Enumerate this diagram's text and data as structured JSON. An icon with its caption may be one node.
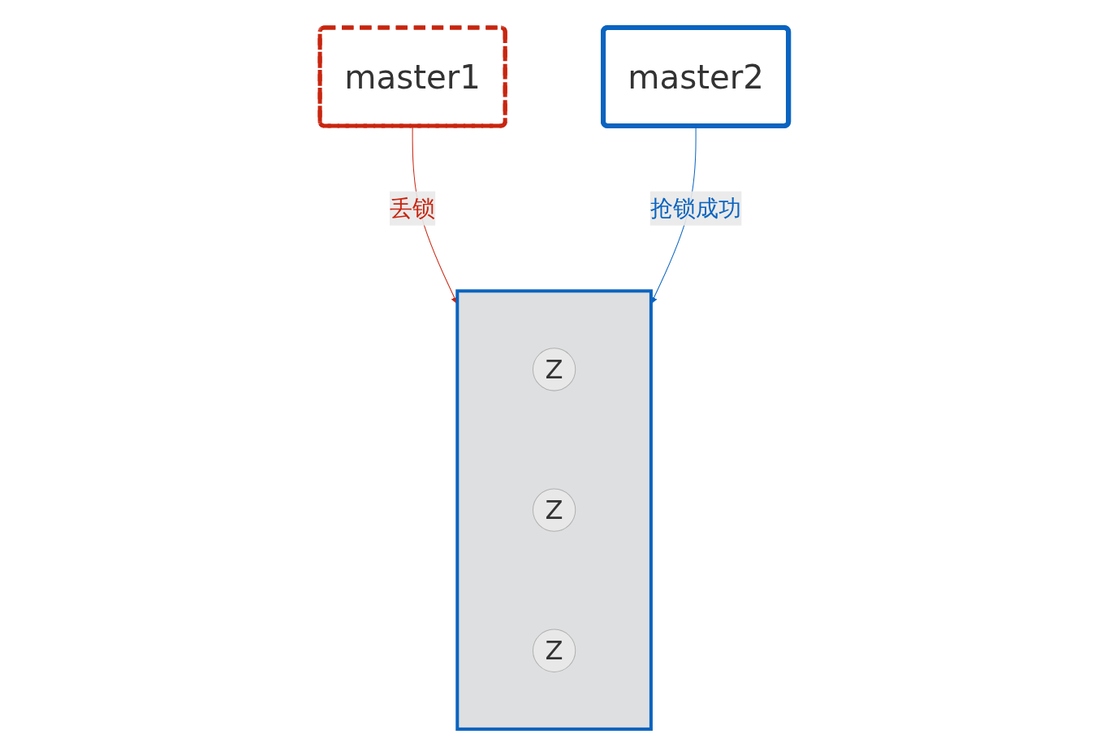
{
  "diagram": {
    "nodes": [
      {
        "text": [
          "master1"
        ]
      },
      {
        "text": [
          "master2"
        ]
      },
      {
        "text": [],
        "shape": "box"
      },
      {
        "text": [
          "Z"
        ],
        "in": 2
      },
      {
        "text": [
          "Z"
        ],
        "in": 2
      },
      {
        "text": [
          "Z"
        ],
        "in": 2
      }
    ],
    "edges": [
      {
        "from": 0,
        "to": 2,
        "arrow": "to",
        "label": "丢锁",
        "color": "#c8250f"
      },
      {
        "from": 1,
        "to": 2,
        "arrow": "to",
        "label": "抢锁成功",
        "color": "#0a64c0"
      }
    ]
  }
}
